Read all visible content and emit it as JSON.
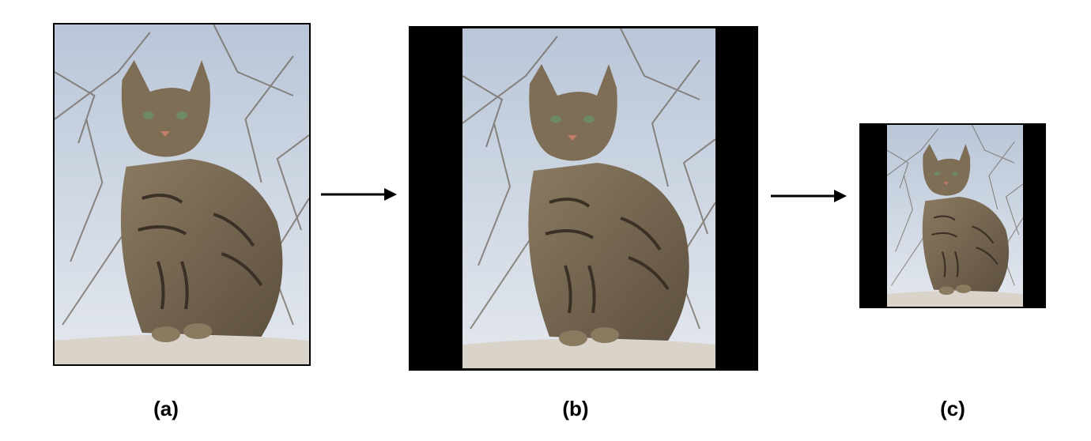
{
  "panels": [
    {
      "label": "(a)",
      "image": "cat-photo"
    },
    {
      "label": "(b)",
      "image": "cat-photo-letterboxed"
    },
    {
      "label": "(c)",
      "image": "cat-photo-letterboxed-resized"
    }
  ],
  "arrows": [
    "right-arrow",
    "right-arrow"
  ],
  "colors": {
    "background": "#ffffff",
    "padding": "#000000",
    "sky": "#c9d4e2",
    "fur": "#7a6a52",
    "wall": "#d9d3ca"
  }
}
